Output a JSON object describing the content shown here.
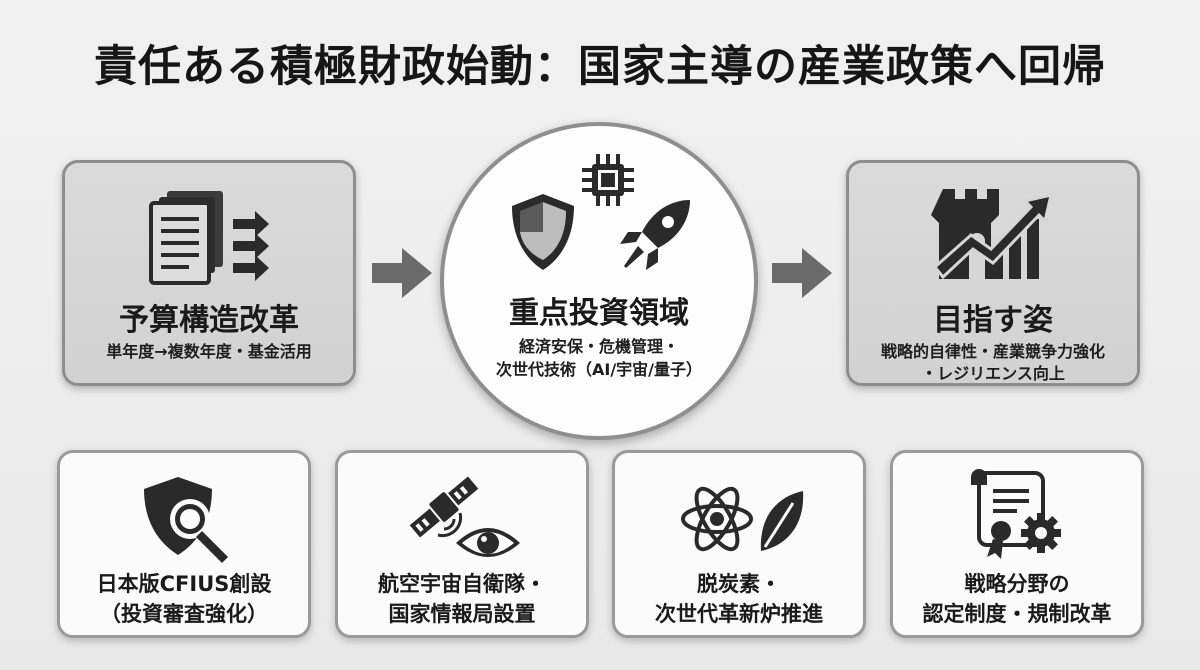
{
  "title": "責任ある積極財政始動：国家主導の産業政策へ回帰",
  "top_left": {
    "icon": "documents-arrows-icon",
    "title": "予算構造改革",
    "subtitle": "単年度→複数年度・基金活用"
  },
  "center": {
    "icons": [
      "shield-icon",
      "chip-icon",
      "rocket-icon"
    ],
    "title": "重点投資領域",
    "subtitle_line1": "経済安保・危機管理・",
    "subtitle_line2": "次世代技術（AI/宇宙/量子）"
  },
  "top_right": {
    "icon": "tower-growth-chart-icon",
    "title": "目指す姿",
    "subtitle_line1": "戦略的自律性・産業競争力強化",
    "subtitle_line2": "・レジリエンス向上"
  },
  "bottom": [
    {
      "icon": "shield-magnifier-icon",
      "line1": "日本版CFIUS創設",
      "line2": "（投資審査強化）"
    },
    {
      "icon": "satellite-eye-icon",
      "line1": "航空宇宙自衛隊・",
      "line2": "国家情報局設置"
    },
    {
      "icon": "atom-leaf-icon",
      "line1": "脱炭素・",
      "line2": "次世代革新炉推進"
    },
    {
      "icon": "certificate-gear-icon",
      "line1": "戦略分野の",
      "line2": "認定制度・規制改革"
    }
  ],
  "colors": {
    "background": "#ececec",
    "card_grey": "#d6d6d6",
    "border": "#8e8e8e",
    "icon_dark": "#2a2a2a",
    "arrow": "#6b6b6b"
  }
}
